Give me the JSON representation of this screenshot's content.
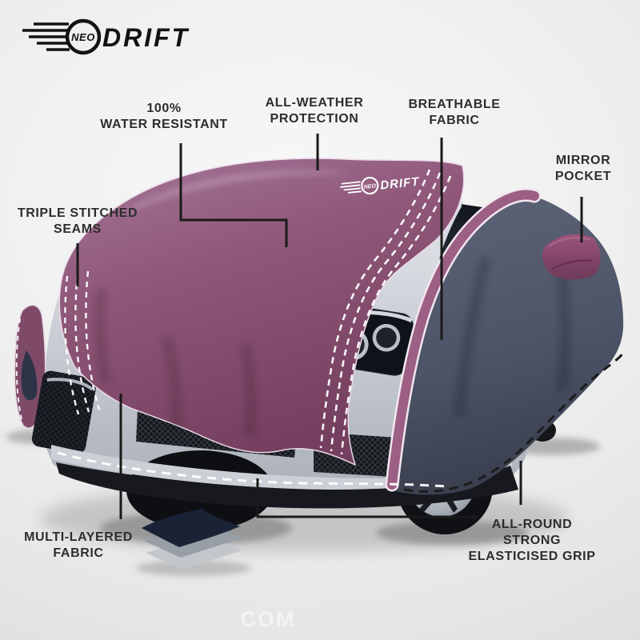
{
  "brand_logo": {
    "neo": "NEO",
    "drift": "DRIFT"
  },
  "hood_logo": {
    "neo": "NEO",
    "drift": "DRIFT"
  },
  "callouts": {
    "water_resistant": {
      "lines": [
        "100%",
        "WATER RESISTANT"
      ]
    },
    "all_weather": {
      "lines": [
        "ALL-WEATHER",
        "PROTECTION"
      ]
    },
    "breathable": {
      "lines": [
        "BREATHABLE",
        "FABRIC"
      ]
    },
    "mirror_pocket": {
      "lines": [
        "MIRROR",
        "POCKET"
      ]
    },
    "triple_stitched": {
      "lines": [
        "TRIPLE STITCHED",
        "SEAMS"
      ]
    },
    "multi_layered": {
      "lines": [
        "MULTI-LAYERED",
        "FABRIC"
      ]
    },
    "elasticised_grip": {
      "lines": [
        "ALL-ROUND",
        "STRONG",
        "ELASTICISED GRIP"
      ]
    }
  },
  "watermark": "COM",
  "colors": {
    "cover_front_maroon": "#8e5677",
    "cover_rear_navy": "#4d5468",
    "mirror_pocket_maroon": "#8a4668",
    "car_silver": "#c6cad1",
    "label_text": "#2d2d2d",
    "connector_black": "#1a1a1a",
    "stitch_white": "#ffffff"
  }
}
